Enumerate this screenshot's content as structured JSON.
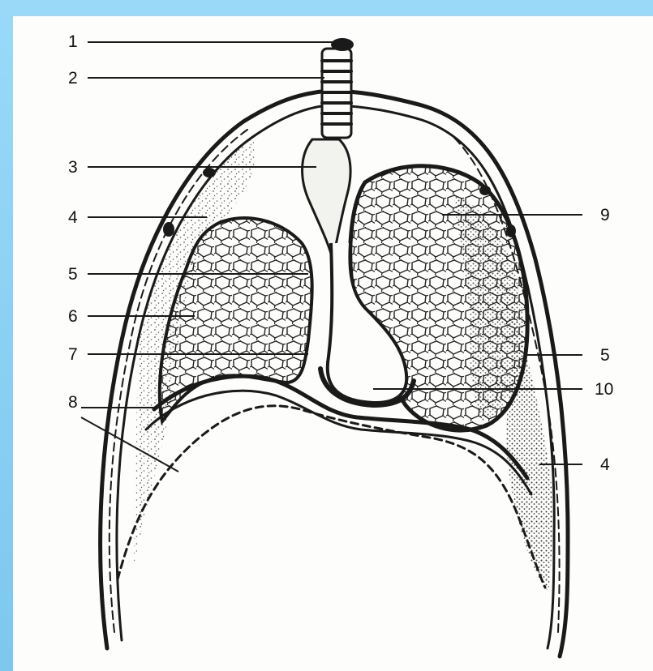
{
  "labels": {
    "l1": "1",
    "l2": "2",
    "l3": "3",
    "l4a": "4",
    "l5a": "5",
    "l6": "6",
    "l7": "7",
    "l8": "8",
    "l9": "9",
    "l5b": "5",
    "l10": "10",
    "l4b": "4"
  },
  "colors": {
    "frame": "#8fd2f5",
    "paper": "#fdfdfb",
    "ink": "#1a1a1a"
  }
}
